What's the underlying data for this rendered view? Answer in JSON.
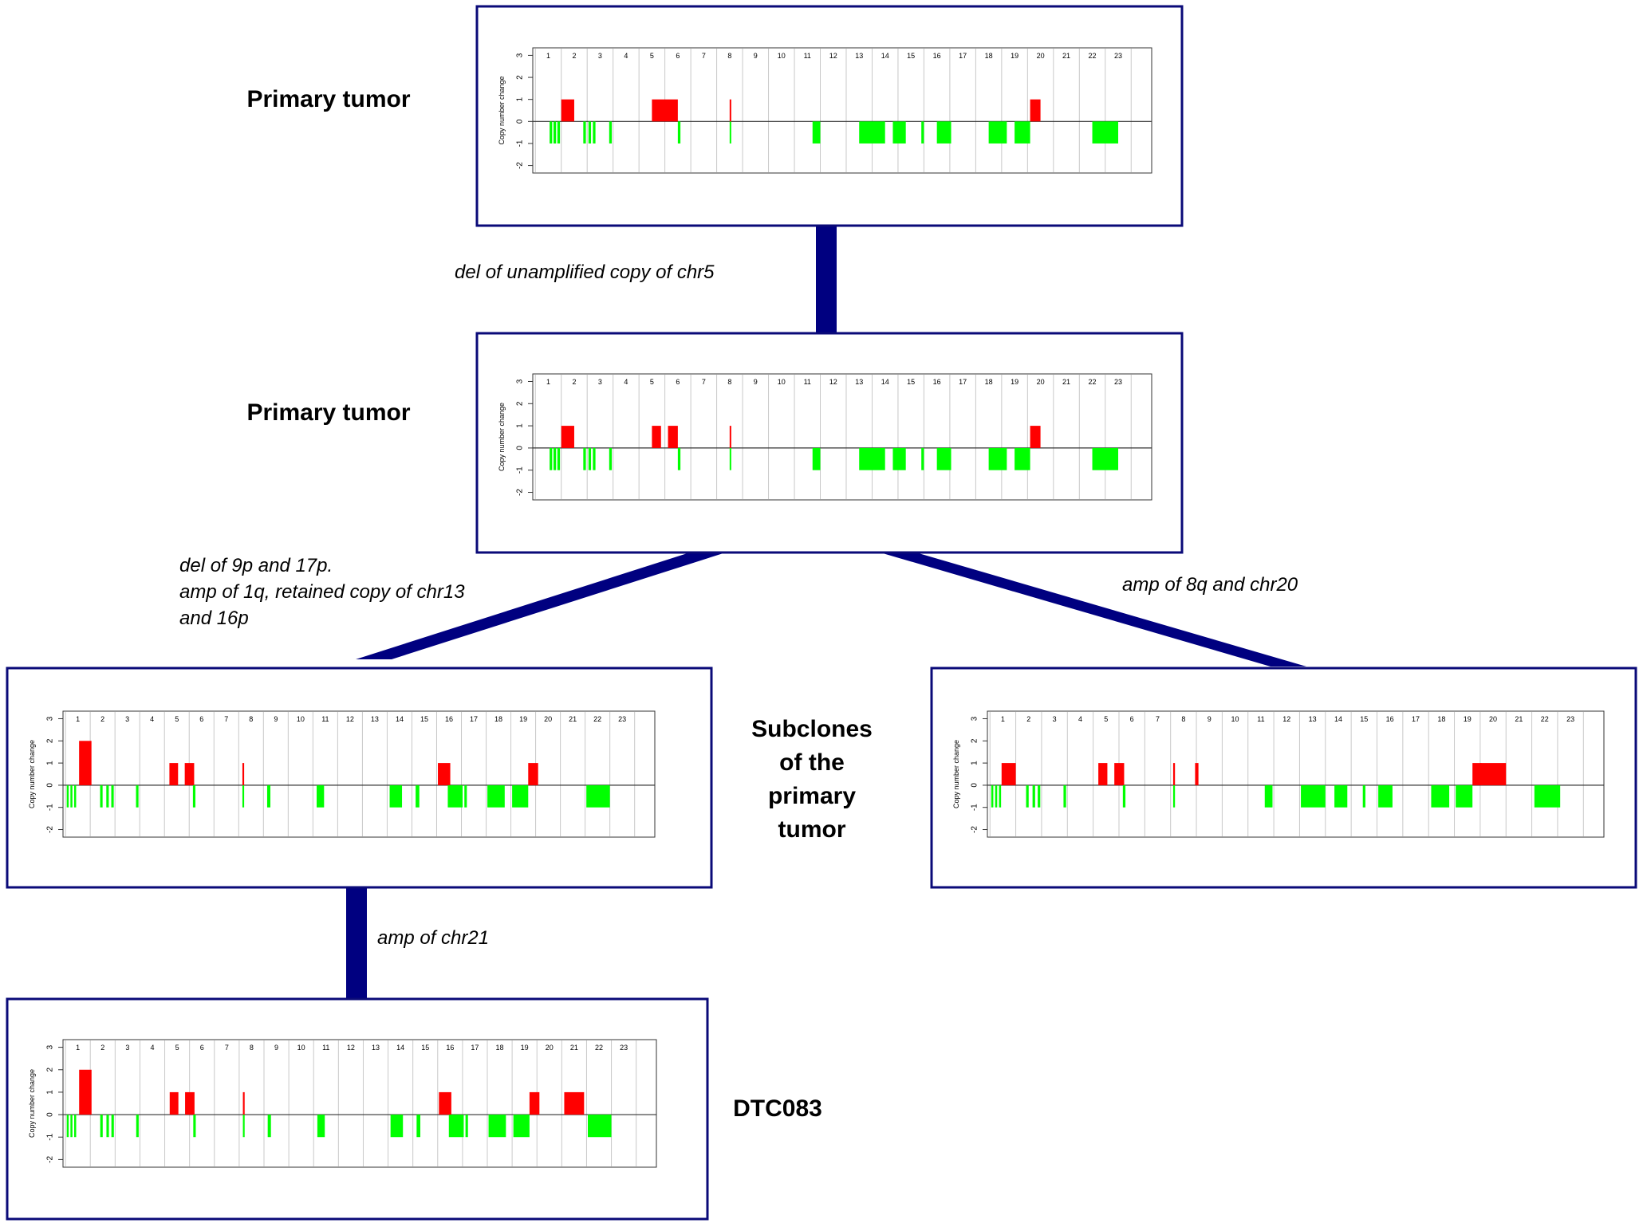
{
  "colors": {
    "frame": "#0a0a78",
    "connector": "#000080",
    "gain": "#ff0000",
    "loss": "#00ff00",
    "grid": "#c8c8c8",
    "axis": "#333333"
  },
  "labels": {
    "primary_tumor_1": "Primary tumor",
    "primary_tumor_2": "Primary tumor",
    "subclones_lines": [
      "Subclones",
      "of the",
      "primary",
      "tumor"
    ],
    "dtc": "DTC083"
  },
  "edges": {
    "e1": [
      "del of unamplified copy of chr5"
    ],
    "e2": [
      "del of 9p and 17p.",
      "amp of 1q, retained  copy of chr13",
      "and 16p"
    ],
    "e3": [
      "amp of 8q and chr20"
    ],
    "e4": [
      "amp of chr21"
    ]
  },
  "chart_data": [
    {
      "type": "bar",
      "panel": "primary-tumor-1",
      "ylabel": "Copy number change",
      "ylim": [
        -2,
        3
      ],
      "yticks": [
        3,
        2,
        1,
        0,
        -1,
        -2
      ],
      "chromosomes": [
        "1",
        "2",
        "3",
        "4",
        "5",
        "6",
        "7",
        "8",
        "9",
        "10",
        "11",
        "12",
        "13",
        "14",
        "15",
        "16",
        "17",
        "18",
        "19",
        "20",
        "21",
        "22",
        "23"
      ],
      "segments": [
        {
          "chr": 1,
          "start": 0.05,
          "end": 0.15,
          "value": -1
        },
        {
          "chr": 1,
          "start": 0.2,
          "end": 0.3,
          "value": -1
        },
        {
          "chr": 1,
          "start": 0.35,
          "end": 0.45,
          "value": -1
        },
        {
          "chr": 1,
          "start": 0.5,
          "end": 1.0,
          "value": 1
        },
        {
          "chr": 2,
          "start": 0.35,
          "end": 0.45,
          "value": -1
        },
        {
          "chr": 2,
          "start": 0.55,
          "end": 0.65,
          "value": -1
        },
        {
          "chr": 2,
          "start": 0.72,
          "end": 0.82,
          "value": -1
        },
        {
          "chr": 3,
          "start": 0.35,
          "end": 0.45,
          "value": -1
        },
        {
          "chr": 5,
          "start": 0.0,
          "end": 1.0,
          "value": 1
        },
        {
          "chr": 6,
          "start": 0.0,
          "end": 0.1,
          "value": -1
        },
        {
          "chr": 8,
          "start": 0.0,
          "end": 0.06,
          "value": -1
        },
        {
          "chr": 8,
          "start": 0.0,
          "end": 0.06,
          "value": 1
        },
        {
          "chr": 11,
          "start": 0.2,
          "end": 0.5,
          "value": -1
        },
        {
          "chr": 13,
          "start": 0.0,
          "end": 1.0,
          "value": -1
        },
        {
          "chr": 14,
          "start": 0.3,
          "end": 0.8,
          "value": -1
        },
        {
          "chr": 15,
          "start": 0.4,
          "end": 0.5,
          "value": -1
        },
        {
          "chr": 16,
          "start": 0.0,
          "end": 0.55,
          "value": -1
        },
        {
          "chr": 18,
          "start": 0.0,
          "end": 0.7,
          "value": -1
        },
        {
          "chr": 19,
          "start": 0.0,
          "end": 0.6,
          "value": -1
        },
        {
          "chr": 19,
          "start": 0.6,
          "end": 1.0,
          "value": 1
        },
        {
          "chr": 22,
          "start": 0.0,
          "end": 1.0,
          "value": -1
        }
      ]
    },
    {
      "type": "bar",
      "panel": "primary-tumor-2",
      "ylabel": "Copy number change",
      "ylim": [
        -2,
        3
      ],
      "yticks": [
        3,
        2,
        1,
        0,
        -1,
        -2
      ],
      "chromosomes": [
        "1",
        "2",
        "3",
        "4",
        "5",
        "6",
        "7",
        "8",
        "9",
        "10",
        "11",
        "12",
        "13",
        "14",
        "15",
        "16",
        "17",
        "18",
        "19",
        "20",
        "21",
        "22",
        "23"
      ],
      "segments": [
        {
          "chr": 1,
          "start": 0.05,
          "end": 0.15,
          "value": -1
        },
        {
          "chr": 1,
          "start": 0.2,
          "end": 0.3,
          "value": -1
        },
        {
          "chr": 1,
          "start": 0.35,
          "end": 0.45,
          "value": -1
        },
        {
          "chr": 1,
          "start": 0.5,
          "end": 1.0,
          "value": 1
        },
        {
          "chr": 2,
          "start": 0.35,
          "end": 0.45,
          "value": -1
        },
        {
          "chr": 2,
          "start": 0.55,
          "end": 0.65,
          "value": -1
        },
        {
          "chr": 2,
          "start": 0.72,
          "end": 0.82,
          "value": -1
        },
        {
          "chr": 3,
          "start": 0.35,
          "end": 0.45,
          "value": -1
        },
        {
          "chr": 5,
          "start": 0.0,
          "end": 0.35,
          "value": 1
        },
        {
          "chr": 5,
          "start": 0.62,
          "end": 1.0,
          "value": 1
        },
        {
          "chr": 6,
          "start": 0.0,
          "end": 0.1,
          "value": -1
        },
        {
          "chr": 8,
          "start": 0.0,
          "end": 0.06,
          "value": -1
        },
        {
          "chr": 8,
          "start": 0.0,
          "end": 0.06,
          "value": 1
        },
        {
          "chr": 11,
          "start": 0.2,
          "end": 0.5,
          "value": -1
        },
        {
          "chr": 13,
          "start": 0.0,
          "end": 1.0,
          "value": -1
        },
        {
          "chr": 14,
          "start": 0.3,
          "end": 0.8,
          "value": -1
        },
        {
          "chr": 15,
          "start": 0.4,
          "end": 0.5,
          "value": -1
        },
        {
          "chr": 16,
          "start": 0.0,
          "end": 0.55,
          "value": -1
        },
        {
          "chr": 18,
          "start": 0.0,
          "end": 0.7,
          "value": -1
        },
        {
          "chr": 19,
          "start": 0.0,
          "end": 0.6,
          "value": -1
        },
        {
          "chr": 19,
          "start": 0.6,
          "end": 1.0,
          "value": 1
        },
        {
          "chr": 22,
          "start": 0.0,
          "end": 1.0,
          "value": -1
        }
      ]
    },
    {
      "type": "bar",
      "panel": "subclone-left",
      "ylabel": "Copy number change",
      "ylim": [
        -2,
        3
      ],
      "yticks": [
        3,
        2,
        1,
        0,
        -1,
        -2
      ],
      "chromosomes": [
        "1",
        "2",
        "3",
        "4",
        "5",
        "6",
        "7",
        "8",
        "9",
        "10",
        "11",
        "12",
        "13",
        "14",
        "15",
        "16",
        "17",
        "18",
        "19",
        "20",
        "21",
        "22",
        "23"
      ],
      "segments": [
        {
          "chr": 1,
          "start": -0.45,
          "end": -0.37,
          "value": -1
        },
        {
          "chr": 1,
          "start": -0.3,
          "end": -0.22,
          "value": -1
        },
        {
          "chr": 1,
          "start": -0.15,
          "end": -0.07,
          "value": -1
        },
        {
          "chr": 1,
          "start": 0.05,
          "end": 0.55,
          "value": 2
        },
        {
          "chr": 2,
          "start": -0.1,
          "end": 0.0,
          "value": -1
        },
        {
          "chr": 2,
          "start": 0.15,
          "end": 0.25,
          "value": -1
        },
        {
          "chr": 2,
          "start": 0.35,
          "end": 0.45,
          "value": -1
        },
        {
          "chr": 3,
          "start": 0.35,
          "end": 0.45,
          "value": -1
        },
        {
          "chr": 5,
          "start": -0.3,
          "end": 0.05,
          "value": 1
        },
        {
          "chr": 5,
          "start": 0.32,
          "end": 0.7,
          "value": 1
        },
        {
          "chr": 6,
          "start": -0.35,
          "end": -0.25,
          "value": -1
        },
        {
          "chr": 8,
          "start": -0.35,
          "end": -0.28,
          "value": -1
        },
        {
          "chr": 8,
          "start": -0.35,
          "end": -0.28,
          "value": 1
        },
        {
          "chr": 9,
          "start": -0.35,
          "end": -0.22,
          "value": -1
        },
        {
          "chr": 11,
          "start": -0.35,
          "end": -0.05,
          "value": -1
        },
        {
          "chr": 14,
          "start": -0.4,
          "end": 0.1,
          "value": -1
        },
        {
          "chr": 15,
          "start": -0.35,
          "end": -0.2,
          "value": -1
        },
        {
          "chr": 16,
          "start": -0.45,
          "end": 0.05,
          "value": 1
        },
        {
          "chr": 16,
          "start": -0.05,
          "end": 0.55,
          "value": -1
        },
        {
          "chr": 17,
          "start": -0.38,
          "end": -0.28,
          "value": -1
        },
        {
          "chr": 18,
          "start": -0.45,
          "end": 0.25,
          "value": -1
        },
        {
          "chr": 19,
          "start": -0.45,
          "end": 0.2,
          "value": -1
        },
        {
          "chr": 19,
          "start": 0.2,
          "end": 0.6,
          "value": 1
        },
        {
          "chr": 22,
          "start": -0.45,
          "end": 0.5,
          "value": -1
        }
      ]
    },
    {
      "type": "bar",
      "panel": "subclone-right",
      "ylabel": "Copy number change",
      "ylim": [
        -2,
        3
      ],
      "yticks": [
        3,
        2,
        1,
        0,
        -1,
        -2
      ],
      "chromosomes": [
        "1",
        "2",
        "3",
        "4",
        "5",
        "6",
        "7",
        "8",
        "9",
        "10",
        "11",
        "12",
        "13",
        "14",
        "15",
        "16",
        "17",
        "18",
        "19",
        "20",
        "21",
        "22",
        "23"
      ],
      "segments": [
        {
          "chr": 1,
          "start": -0.45,
          "end": -0.37,
          "value": -1
        },
        {
          "chr": 1,
          "start": -0.3,
          "end": -0.22,
          "value": -1
        },
        {
          "chr": 1,
          "start": -0.15,
          "end": -0.07,
          "value": -1
        },
        {
          "chr": 1,
          "start": -0.05,
          "end": 0.5,
          "value": 1
        },
        {
          "chr": 2,
          "start": -0.1,
          "end": 0.0,
          "value": -1
        },
        {
          "chr": 2,
          "start": 0.15,
          "end": 0.25,
          "value": -1
        },
        {
          "chr": 2,
          "start": 0.35,
          "end": 0.45,
          "value": -1
        },
        {
          "chr": 3,
          "start": 0.35,
          "end": 0.45,
          "value": -1
        },
        {
          "chr": 5,
          "start": -0.3,
          "end": 0.05,
          "value": 1
        },
        {
          "chr": 5,
          "start": 0.32,
          "end": 0.7,
          "value": 1
        },
        {
          "chr": 6,
          "start": -0.35,
          "end": -0.25,
          "value": -1
        },
        {
          "chr": 8,
          "start": -0.4,
          "end": -0.33,
          "value": -1
        },
        {
          "chr": 8,
          "start": -0.4,
          "end": -0.33,
          "value": 1
        },
        {
          "chr": 8,
          "start": 0.45,
          "end": 0.58,
          "value": 1
        },
        {
          "chr": 11,
          "start": 0.15,
          "end": 0.45,
          "value": -1
        },
        {
          "chr": 13,
          "start": -0.45,
          "end": 0.5,
          "value": -1
        },
        {
          "chr": 14,
          "start": -0.15,
          "end": 0.35,
          "value": -1
        },
        {
          "chr": 15,
          "start": -0.05,
          "end": 0.05,
          "value": -1
        },
        {
          "chr": 16,
          "start": -0.45,
          "end": 0.1,
          "value": -1
        },
        {
          "chr": 18,
          "start": -0.4,
          "end": 0.3,
          "value": -1
        },
        {
          "chr": 19,
          "start": -0.45,
          "end": 0.2,
          "value": -1
        },
        {
          "chr": 19,
          "start": 0.2,
          "end": 0.55,
          "value": 1
        },
        {
          "chr": 20,
          "start": -0.5,
          "end": 0.5,
          "value": 1
        },
        {
          "chr": 22,
          "start": -0.4,
          "end": 0.6,
          "value": -1
        }
      ]
    },
    {
      "type": "bar",
      "panel": "dtc083",
      "ylabel": "Copy number change",
      "ylim": [
        -2,
        3
      ],
      "yticks": [
        3,
        2,
        1,
        0,
        -1,
        -2
      ],
      "chromosomes": [
        "1",
        "2",
        "3",
        "4",
        "5",
        "6",
        "7",
        "8",
        "9",
        "10",
        "11",
        "12",
        "13",
        "14",
        "15",
        "16",
        "17",
        "18",
        "19",
        "20",
        "21",
        "22",
        "23"
      ],
      "segments": [
        {
          "chr": 1,
          "start": -0.45,
          "end": -0.37,
          "value": -1
        },
        {
          "chr": 1,
          "start": -0.3,
          "end": -0.22,
          "value": -1
        },
        {
          "chr": 1,
          "start": -0.15,
          "end": -0.07,
          "value": -1
        },
        {
          "chr": 1,
          "start": 0.05,
          "end": 0.55,
          "value": 2
        },
        {
          "chr": 2,
          "start": -0.1,
          "end": 0.0,
          "value": -1
        },
        {
          "chr": 2,
          "start": 0.15,
          "end": 0.25,
          "value": -1
        },
        {
          "chr": 2,
          "start": 0.35,
          "end": 0.45,
          "value": -1
        },
        {
          "chr": 3,
          "start": 0.35,
          "end": 0.45,
          "value": -1
        },
        {
          "chr": 5,
          "start": -0.3,
          "end": 0.05,
          "value": 1
        },
        {
          "chr": 5,
          "start": 0.32,
          "end": 0.7,
          "value": 1
        },
        {
          "chr": 6,
          "start": -0.35,
          "end": -0.25,
          "value": -1
        },
        {
          "chr": 8,
          "start": -0.35,
          "end": -0.28,
          "value": -1
        },
        {
          "chr": 8,
          "start": -0.35,
          "end": -0.28,
          "value": 1
        },
        {
          "chr": 9,
          "start": -0.35,
          "end": -0.22,
          "value": -1
        },
        {
          "chr": 11,
          "start": -0.35,
          "end": -0.05,
          "value": -1
        },
        {
          "chr": 14,
          "start": -0.4,
          "end": 0.1,
          "value": -1
        },
        {
          "chr": 15,
          "start": -0.35,
          "end": -0.2,
          "value": -1
        },
        {
          "chr": 16,
          "start": -0.45,
          "end": 0.05,
          "value": 1
        },
        {
          "chr": 16,
          "start": -0.05,
          "end": 0.55,
          "value": -1
        },
        {
          "chr": 17,
          "start": -0.38,
          "end": -0.28,
          "value": -1
        },
        {
          "chr": 18,
          "start": -0.45,
          "end": 0.25,
          "value": -1
        },
        {
          "chr": 19,
          "start": -0.45,
          "end": 0.2,
          "value": -1
        },
        {
          "chr": 19,
          "start": 0.2,
          "end": 0.6,
          "value": 1
        },
        {
          "chr": 21,
          "start": -0.4,
          "end": 0.4,
          "value": 1
        },
        {
          "chr": 22,
          "start": -0.45,
          "end": 0.5,
          "value": -1
        }
      ]
    }
  ]
}
